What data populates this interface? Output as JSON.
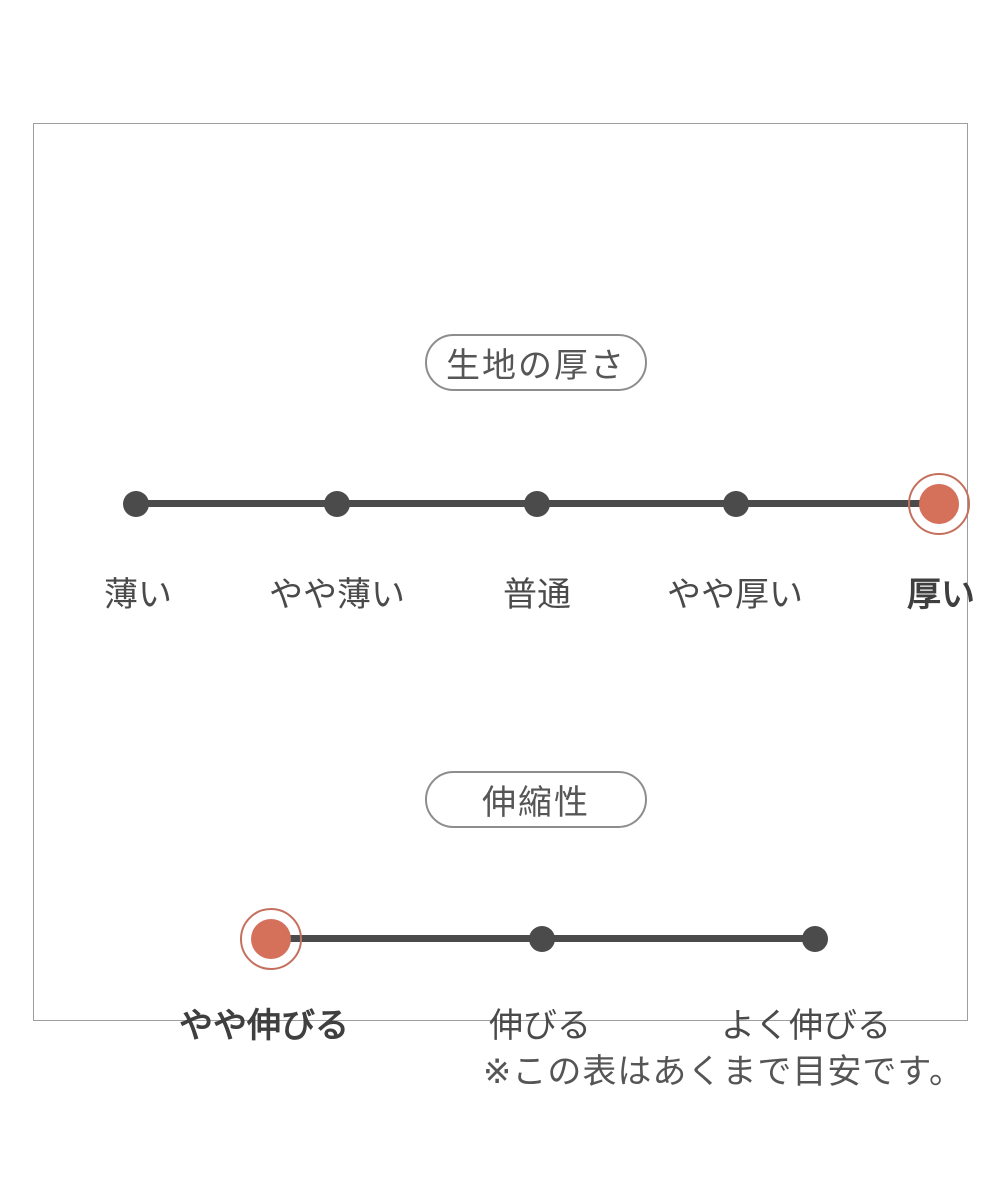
{
  "chart_data": [
    {
      "type": "rating-scale",
      "title": "生地の厚さ",
      "categories": [
        "薄い",
        "やや薄い",
        "普通",
        "やや厚い",
        "厚い"
      ],
      "selected": "厚い",
      "selected_index": 4,
      "num_levels": 5
    },
    {
      "type": "rating-scale",
      "title": "伸縮性",
      "categories": [
        "やや伸びる",
        "伸びる",
        "よく伸びる"
      ],
      "selected": "やや伸びる",
      "selected_index": 0,
      "num_levels": 3
    }
  ],
  "footnote": "※この表はあくまで目安です。",
  "colors": {
    "selected_dot": "#d5705a",
    "selected_ring": "#c4705c",
    "dot": "#4b4b4b",
    "line": "#4b4b4b",
    "label_text": "#4a4a4a",
    "pill_border": "#8d8d8d",
    "box_border": "#9e9e9e"
  }
}
